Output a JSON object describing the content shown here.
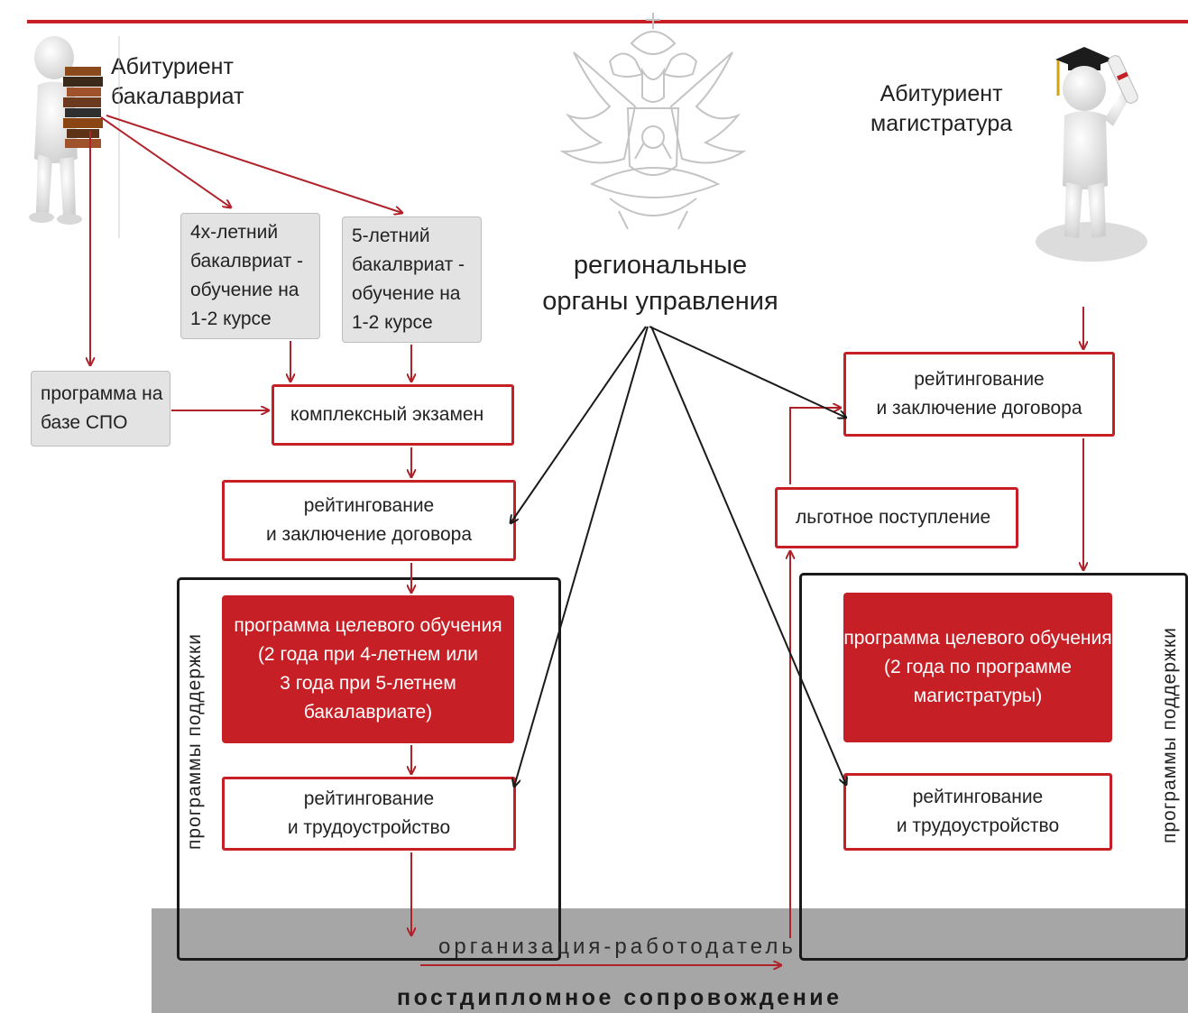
{
  "left_applicant": {
    "label": "Абитуриент\nбакалавриат"
  },
  "right_applicant": {
    "label": "Абитуриент\nмагистратура"
  },
  "authority": {
    "label": "региональные\nорганы управления"
  },
  "bachelor_4yr": {
    "label": "4х-летний\nбакалвриат -\nобучение на\n1-2 курсе"
  },
  "bachelor_5yr": {
    "label": "5-летний\nбакалвриат -\nобучение на\n1-2 курсе"
  },
  "spo_program": {
    "label": "программа на\nбазе СПО"
  },
  "complex_exam": {
    "label": "комплексный экзамен"
  },
  "rating_contract_left": {
    "label": "рейтингование\nи заключение договора"
  },
  "target_program_left": {
    "label": "программа целевого обучения\n(2 года при 4-летнем или\n3 года при 5-летнем\nбакалавриате)"
  },
  "rating_employment_left": {
    "label": "рейтингование\nи трудоустройство"
  },
  "rating_contract_right": {
    "label": "рейтингование\nи заключение договора"
  },
  "privileged_admission": {
    "label": "льготное поступление"
  },
  "target_program_right": {
    "label": "программа целевого обучения\n(2 года по программе\nмагистратуры)"
  },
  "rating_employment_right": {
    "label": "рейтингование\nи трудоустройство"
  },
  "support_programs_left": {
    "label": "программы поддержки"
  },
  "support_programs_right": {
    "label": "программы поддержки"
  },
  "employer": {
    "label": "организация-работодатель"
  },
  "postgraduate": {
    "label": "постдипломное сопровождение"
  },
  "colors": {
    "accent_red": "#c62026",
    "frame": "#1a1a1a",
    "band": "#a6a6a6",
    "gray_box": "#e3e3e3"
  }
}
